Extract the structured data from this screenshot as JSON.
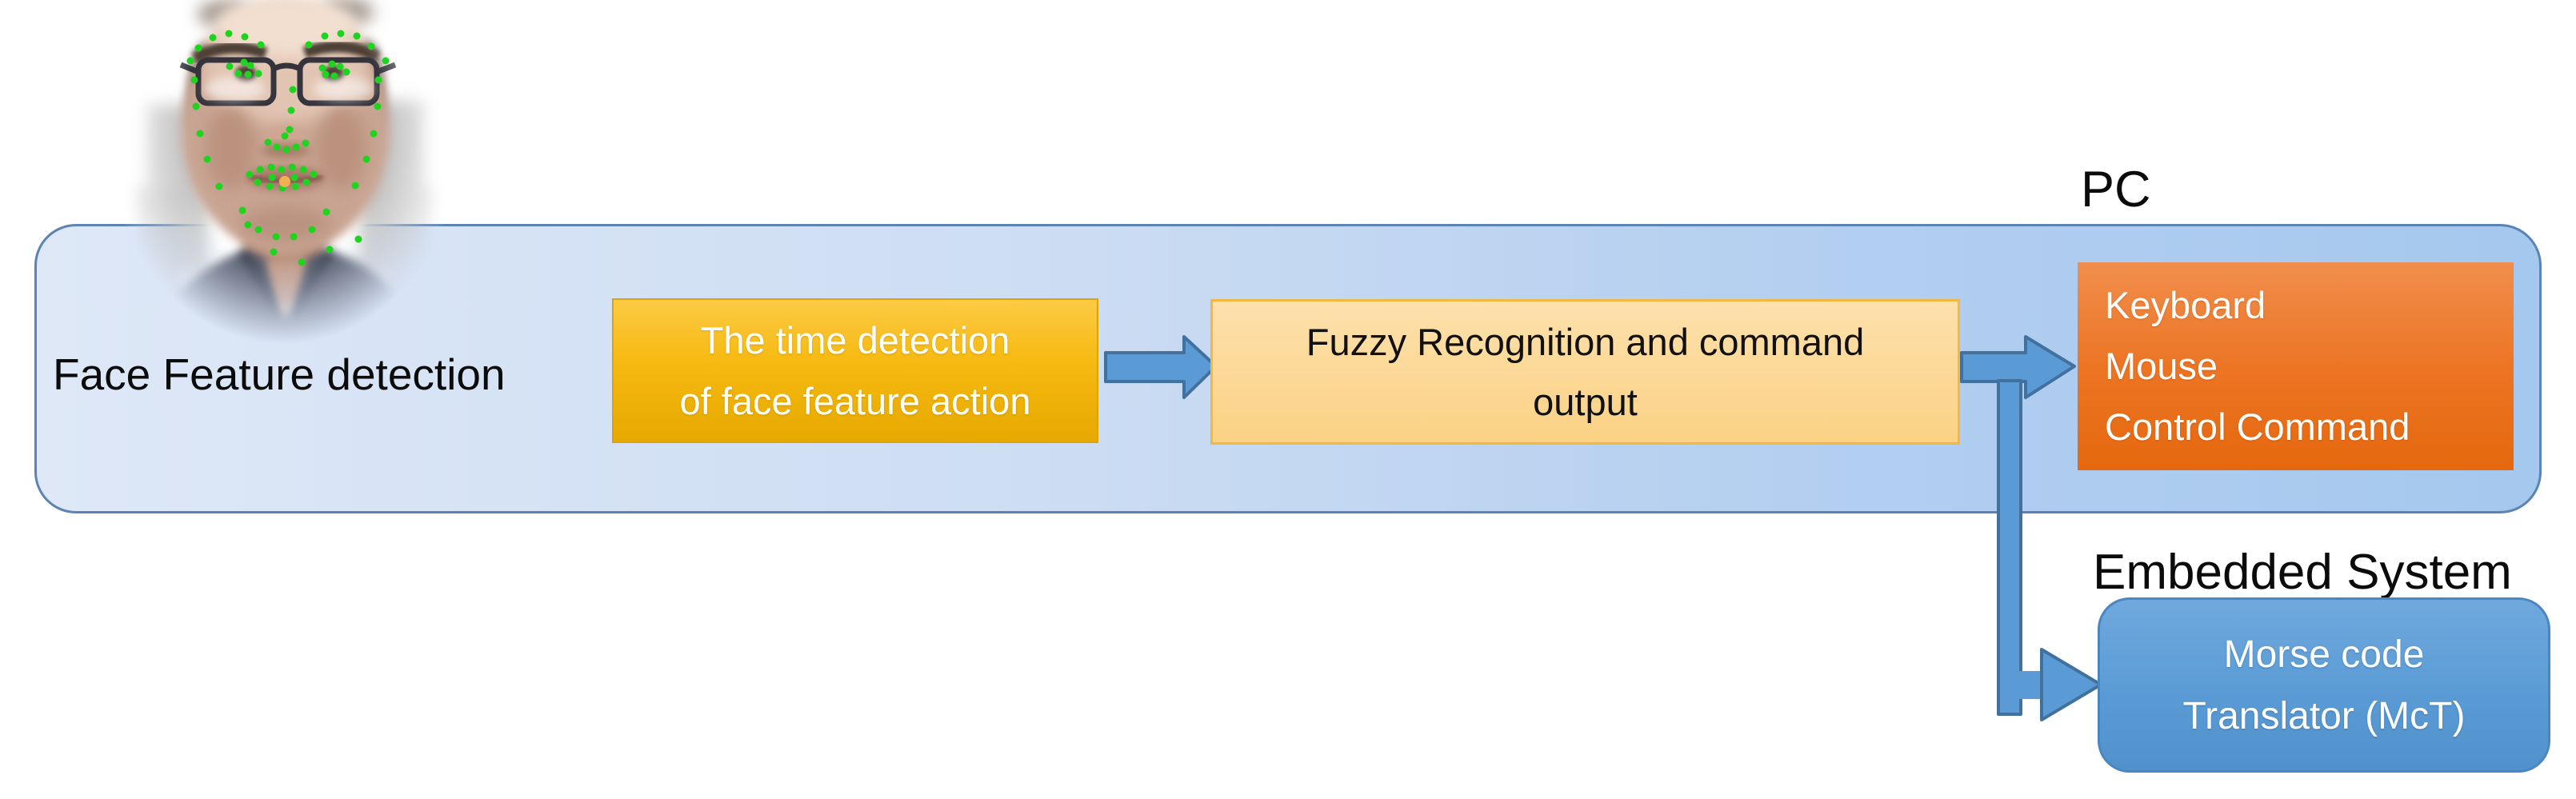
{
  "diagram": {
    "face_label": "Face Feature detection",
    "pc_label": "PC",
    "embedded_label": "Embedded System",
    "time_detection_box": {
      "lines": [
        "The time detection",
        "of face feature action"
      ]
    },
    "fuzzy_box": {
      "lines": [
        "Fuzzy Recognition and command",
        "output"
      ]
    },
    "pc_command_box": {
      "lines": [
        "Keyboard",
        "Mouse",
        "Control Command"
      ]
    },
    "morse_box": {
      "lines": [
        "Morse code",
        "Translator (McT)"
      ]
    },
    "colors": {
      "container_fill_left": "#dee8f7",
      "container_fill_right": "#a5c8ee",
      "container_border": "#5b84b5",
      "arrow_fill": "#5b9bd5",
      "arrow_border": "#41719c",
      "time_box_fill_top": "#fccb45",
      "time_box_fill_bottom": "#e6a900",
      "fuzzy_box_fill": "#fbd285",
      "fuzzy_box_border": "#f3b841",
      "command_box_fill_top": "#f18e4d",
      "command_box_fill_bottom": "#e5680e",
      "morse_box_fill": "#5b9bd5",
      "morse_box_border": "#4a86bf",
      "landmark_dot": "#1fd41f",
      "landmark_dot_highlight": "#f2b052",
      "text_dark": "#0b0b0b",
      "text_light": "#ffffff"
    },
    "face_photo": {
      "description": "Webcam photo of a man wearing glasses with green facial landmark detection dots on eyebrows, eyes, nose, mouth, jaw and chin"
    }
  }
}
